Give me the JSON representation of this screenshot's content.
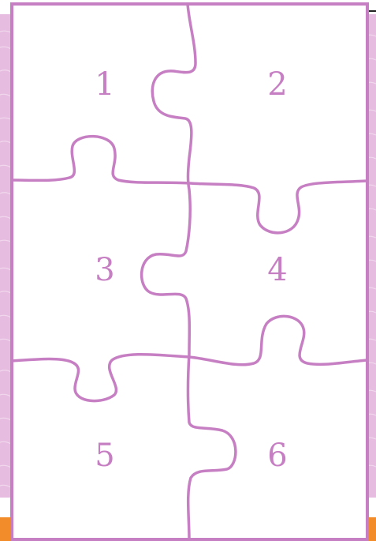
{
  "colors": {
    "outline": "#c77fc3",
    "background_pattern": "#e6bde0",
    "pattern_lines": "#f3dcef",
    "card_fill": "#ffffff",
    "bottom_strip": "#f28b2a",
    "top_edge": "#222222"
  },
  "puzzle": {
    "pieces": [
      {
        "label": "1"
      },
      {
        "label": "2"
      },
      {
        "label": "3"
      },
      {
        "label": "4"
      },
      {
        "label": "5"
      },
      {
        "label": "6"
      }
    ]
  }
}
